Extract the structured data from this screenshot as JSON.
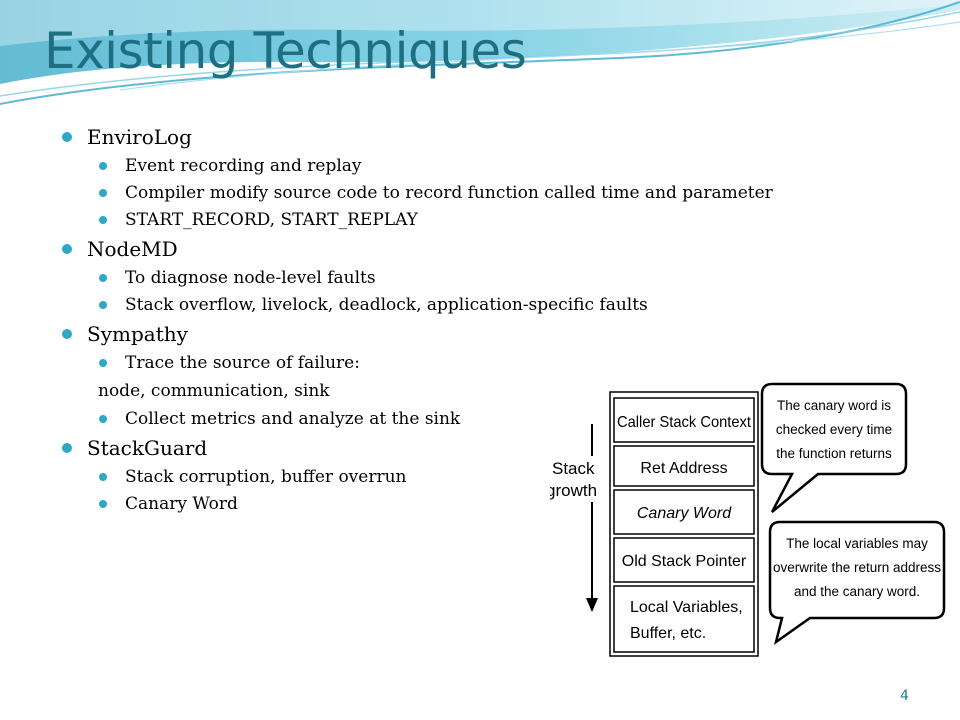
{
  "title": "Existing Techniques",
  "items": [
    {
      "label": "EnviroLog",
      "subs": [
        "Event recording and replay",
        "Compiler modify source code to record function called time and parameter",
        "START_RECORD, START_REPLAY"
      ]
    },
    {
      "label": "NodeMD",
      "subs": [
        "To diagnose node-level faults",
        "Stack overflow, livelock, deadlock, application-specific faults"
      ]
    },
    {
      "label": "Sympathy",
      "subs": [
        "Trace the source of failure:",
        "Collect metrics and analyze at the sink"
      ],
      "continuation": "node, communication, sink"
    },
    {
      "label": "StackGuard",
      "subs": [
        "Stack corruption, buffer overrun",
        "Canary Word"
      ]
    }
  ],
  "diagram": {
    "stack_label_1": "Stack",
    "stack_label_2": "growth",
    "boxes": [
      "Caller Stack Context",
      "Ret Address",
      "Canary Word",
      "Old Stack Pointer",
      "Local Variables,",
      "Buffer, etc."
    ],
    "callout1": [
      "The canary word is",
      "checked every time",
      "the function returns"
    ],
    "callout2": [
      "The local variables may",
      "overwrite the return address",
      "and the canary word."
    ]
  },
  "page_number": "4",
  "colors": {
    "title": "#1f6f82",
    "bullet": "#2ea8c4",
    "wave": "#3fb4d2"
  }
}
